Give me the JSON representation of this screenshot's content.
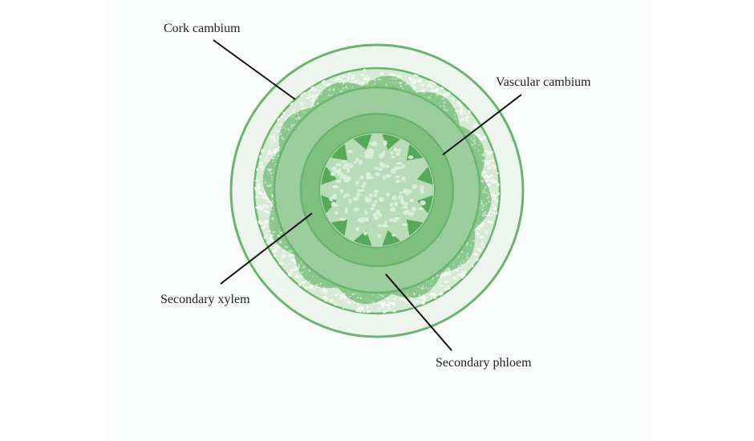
{
  "diagram": {
    "labels": {
      "cork_cambium": "Cork cambium",
      "vascular_cambium": "Vascular cambium",
      "secondary_xylem": "Secondary xylem",
      "secondary_phloem": "Secondary phloem"
    },
    "colors": {
      "outer_ring_stroke": "#6db36f",
      "outer_ring_fill": "#eef5ee",
      "cortex_fill": "#d6ead5",
      "cortex_cells": "#f3f9f2",
      "phloem_patch": "#7cbf7e",
      "secondary_phloem_fill": "#9cce9d",
      "secondary_phloem_stroke": "#6bb46d",
      "cambium_ring_fill": "#7fc081",
      "secondary_xylem_fill": "#8ac98c",
      "xylem_patch": "#56a95a",
      "pith_fill": "#b9dcb8",
      "pith_cells": "#dcefdb",
      "leader_line": "#111111"
    }
  }
}
